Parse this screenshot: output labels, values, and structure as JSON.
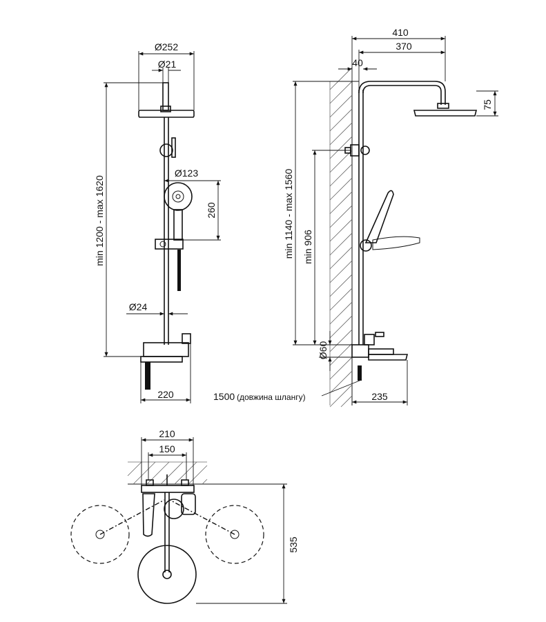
{
  "front": {
    "d_head": "Ø252",
    "d_arm": "Ø21",
    "d_hand": "Ø123",
    "hand_len": "260",
    "height_range": "min 1200 - max 1620",
    "d_pipe": "Ø24",
    "width": "220"
  },
  "side": {
    "reach_total": "410",
    "reach_arm": "370",
    "offset": "40",
    "head_h": "75",
    "height_range": "min 1140 - max 1560",
    "min_height": "min 906",
    "d_base": "Ø60",
    "spout": "235",
    "hose_value": "1500",
    "hose_note": "(довжина шлангу)"
  },
  "top": {
    "width_outer": "210",
    "width_inner": "150",
    "depth": "535"
  }
}
